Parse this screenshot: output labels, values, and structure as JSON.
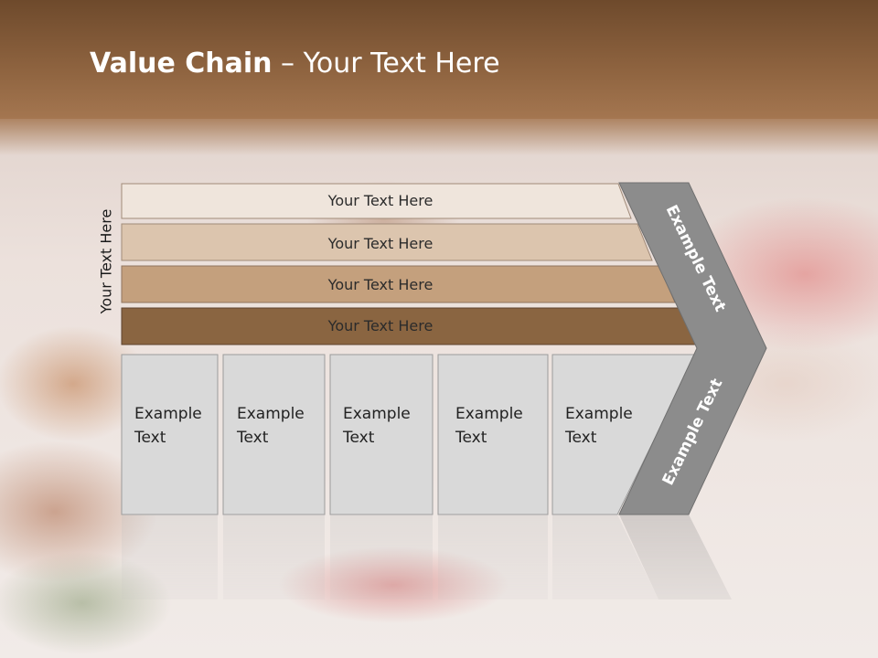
{
  "title": {
    "bold": "Value Chain",
    "rest": " – Your Text Here"
  },
  "side_label": "Your Text Here",
  "bars": [
    {
      "label": "Your Text Here",
      "color": "#efe5dc"
    },
    {
      "label": "Your Text Here",
      "color": "#dcc5ae"
    },
    {
      "label": "Your Text Here",
      "color": "#c4a07d"
    },
    {
      "label": "Your Text Here",
      "color": "#8a6541"
    }
  ],
  "boxes": [
    {
      "line1": "Example",
      "line2": "Text"
    },
    {
      "line1": "Example",
      "line2": "Text"
    },
    {
      "line1": "Example",
      "line2": "Text"
    },
    {
      "line1": "Example",
      "line2": "Text"
    },
    {
      "line1": "Example",
      "line2": "Text"
    }
  ],
  "chevron": {
    "upper_text": "Example Text",
    "lower_text": "Example Text",
    "color": "#8c8c8c"
  },
  "colors": {
    "box_fill": "#d9d9d9",
    "header_band": "#7a5332"
  }
}
